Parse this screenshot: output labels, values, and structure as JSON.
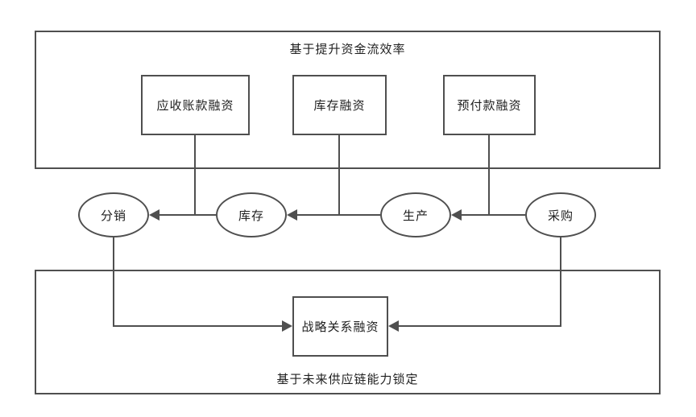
{
  "diagram": {
    "top_section": {
      "title": "基于提升资金流效率",
      "boxes": [
        {
          "label": "应收账款融资"
        },
        {
          "label": "库存融资"
        },
        {
          "label": "预付款融资"
        }
      ]
    },
    "process_chain": {
      "nodes": [
        {
          "label": "分销"
        },
        {
          "label": "库存"
        },
        {
          "label": "生产"
        },
        {
          "label": "采购"
        }
      ],
      "flow_direction": "right-to-left"
    },
    "bottom_section": {
      "title": "基于未来供应链能力锁定",
      "boxes": [
        {
          "label": "战略关系融资"
        }
      ]
    },
    "colors": {
      "border": "#4f4f4f",
      "background": "#ffffff",
      "text": "#1f1f1f"
    }
  }
}
